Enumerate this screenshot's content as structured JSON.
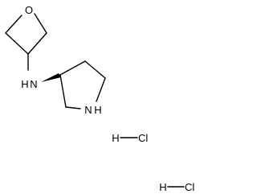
{
  "molecule": {
    "atoms": {
      "oxetane_oxygen": "O",
      "amine_nitrogen": "N",
      "amine_hydrogen": "H",
      "pyrrolidine_nitrogen": "N",
      "pyrrolidine_hydrogen": "H"
    },
    "salt_1": {
      "h": "H",
      "cl": "Cl"
    },
    "salt_2": {
      "h": "H",
      "cl": "Cl"
    }
  },
  "colors": {
    "bond": "#000000",
    "text": "#000000",
    "background": "#ffffff"
  }
}
